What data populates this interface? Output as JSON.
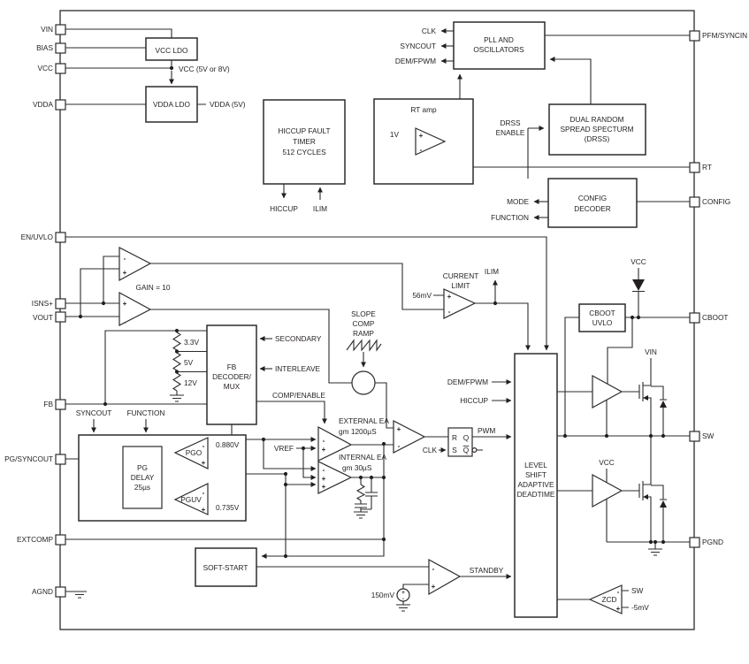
{
  "pins": {
    "left": [
      "VIN",
      "BIAS",
      "VCC",
      "VDDA",
      "EN/UVLO",
      "ISNS+",
      "VOUT",
      "FB",
      "PG/SYNCOUT",
      "EXTCOMP",
      "AGND"
    ],
    "right": [
      "PFM/SYNCIN",
      "RT",
      "CONFIG",
      "CBOOT",
      "SW",
      "PGND"
    ]
  },
  "blocks": {
    "vcc_ldo": "VCC LDO",
    "vdda_ldo": "VDDA LDO",
    "hiccup_timer": [
      "HICCUP FAULT",
      "TIMER",
      "512 CYCLES"
    ],
    "pll": [
      "PLL AND",
      "OSCILLATORS"
    ],
    "rt_amp": "RT amp",
    "drss": [
      "DUAL RANDOM",
      "SPREAD SPECTURM",
      "(DRSS)"
    ],
    "config_decoder": [
      "CONFIG",
      "DECODER"
    ],
    "fb_mux": [
      "FB",
      "DECODER/",
      "MUX"
    ],
    "pg_delay": [
      "PG",
      "DELAY",
      "25µs"
    ],
    "cboot_uvlo": [
      "CBOOT",
      "UVLO"
    ],
    "level_shift": [
      "LEVEL",
      "SHIFT",
      "ADAPTIVE",
      "DEADTIME"
    ],
    "soft_start": "SOFT-START",
    "latch": {
      "r": "R",
      "s": "S",
      "q": "Q",
      "q_bar": "Q"
    }
  },
  "labels": {
    "vcc_out": "VCC (5V or 8V)",
    "vdda_out": "VDDA (5V)",
    "hiccup": "HICCUP",
    "ilim_timer": "ILIM",
    "clk": "CLK",
    "syncout": "SYNCOUT",
    "dem_fpwm": "DEM/FPWM",
    "drss_enable": [
      "DRSS",
      "ENABLE"
    ],
    "mode": "MODE",
    "function": "FUNCTION",
    "one_v": "1V",
    "gain10": "GAIN = 10",
    "v33": "3.3V",
    "v5": "5V",
    "v12": "12V",
    "secondary": "SECONDARY",
    "interleave": "INTERLEAVE",
    "comp_enable": "COMP/ENABLE",
    "syncout_pg": "SYNCOUT",
    "function_pg": "FUNCTION",
    "pgo": "PGO",
    "pguv": "PGUV",
    "v0880": "0.880V",
    "v0735": "0.735V",
    "vref": "VREF",
    "ext_ea": [
      "EXTERNAL EA",
      "gm 1200µS"
    ],
    "int_ea": [
      "INTERNAL EA",
      "gm 30µS"
    ],
    "slope": [
      "SLOPE",
      "COMP",
      "RAMP"
    ],
    "current_limit": [
      "CURRENT",
      "LIMIT"
    ],
    "mv56": "56mV",
    "ilim": "ILIM",
    "clk2": "CLK",
    "pwm": "PWM",
    "dem_fpwm2": "DEM/FPWM",
    "hiccup2": "HICCUP",
    "vcc": "VCC",
    "vin": "VIN",
    "vcc2": "VCC",
    "standby": "STANDBY",
    "mv150": "150mV",
    "zcd": "ZCD",
    "sw": "SW",
    "neg5mv": "-5mV"
  },
  "sym": {
    "plus": "+",
    "minus": "-"
  }
}
